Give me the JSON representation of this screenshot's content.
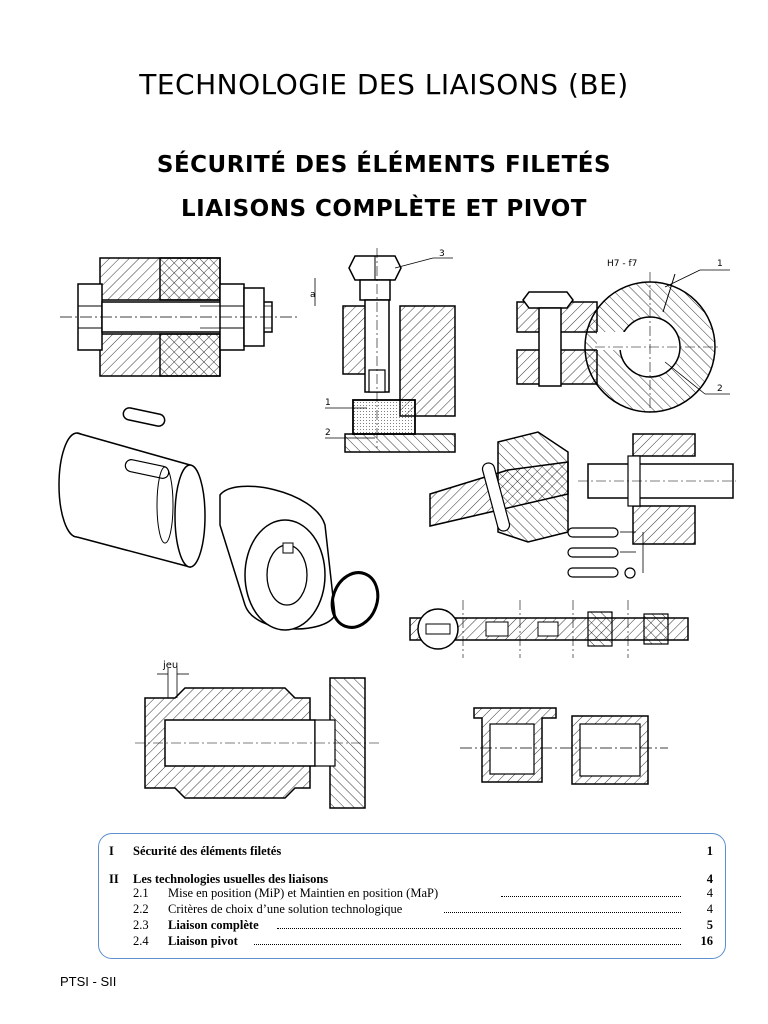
{
  "header": {
    "title": "TECHNOLOGIE DES LIAISONS (BE)",
    "subtitle_line1": "SÉCURITÉ DES ÉLÉMENTS FILETÉS",
    "subtitle_line2": "LIAISONS COMPLÈTE ET PIVOT"
  },
  "figure_labels": {
    "fig2_label3": "3",
    "fig2_label_a": "a",
    "fig2_label1": "1",
    "fig2_label2": "2",
    "fig3_fit": "H7 - f7",
    "fig3_label1": "1",
    "fig3_label2": "2",
    "fig_jeu": "jeu"
  },
  "toc": {
    "sections": [
      {
        "num": "I",
        "label": "Sécurité des éléments filetés",
        "page": "1"
      },
      {
        "num": "II",
        "label": "Les technologies usuelles des liaisons",
        "page": "4"
      }
    ],
    "subsections": [
      {
        "num": "2.1",
        "label": "Mise en position (MiP) et Maintien en position (MaP)",
        "page": "4",
        "bold": false
      },
      {
        "num": "2.2",
        "label": "Critères de choix d’une solution technologique",
        "page": "4",
        "bold": false
      },
      {
        "num": "2.3",
        "label": "Liaison complète",
        "page": "5",
        "bold": true
      },
      {
        "num": "2.4",
        "label": "Liaison pivot",
        "page": "16",
        "bold": true
      }
    ]
  },
  "footer": {
    "text": "PTSI - SII"
  },
  "colors": {
    "toc_border": "#5b8fd0",
    "drawing": "#000000"
  }
}
